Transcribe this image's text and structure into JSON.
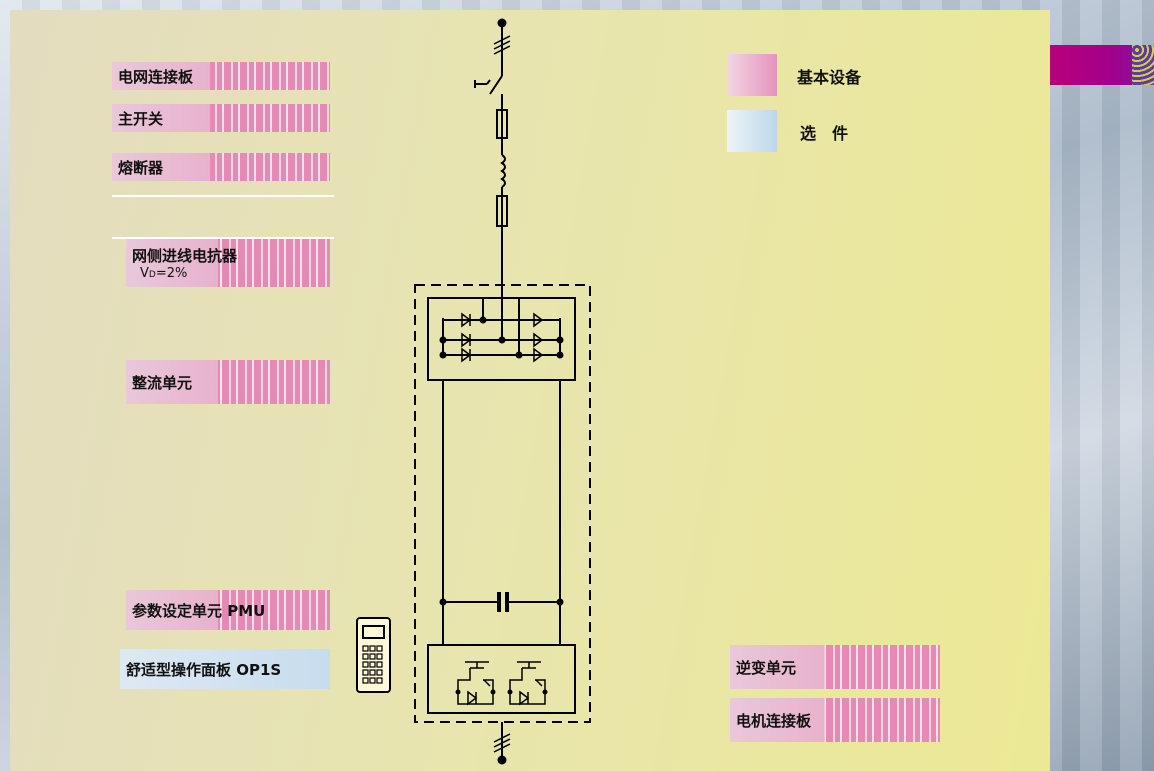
{
  "labels": {
    "grid_terminal": "电网连接板",
    "main_switch": "主开关",
    "fuse": "熔断器",
    "line_reactor": "网侧进线电抗器",
    "reactor_value_v": "V",
    "reactor_value_sub": "D",
    "reactor_value_rest": "=2%",
    "rectifier": "整流单元",
    "pmu": "参数设定单元 PMU",
    "op1s": "舒适型操作面板 OP1S",
    "inverter": "逆变单元",
    "motor_terminal": "电机连接板"
  },
  "legend": {
    "basic": "基本设备",
    "option": "选　件"
  },
  "colors": {
    "basic": "#e693bd",
    "option": "#bcd7ea",
    "accent": "#b8007a"
  }
}
